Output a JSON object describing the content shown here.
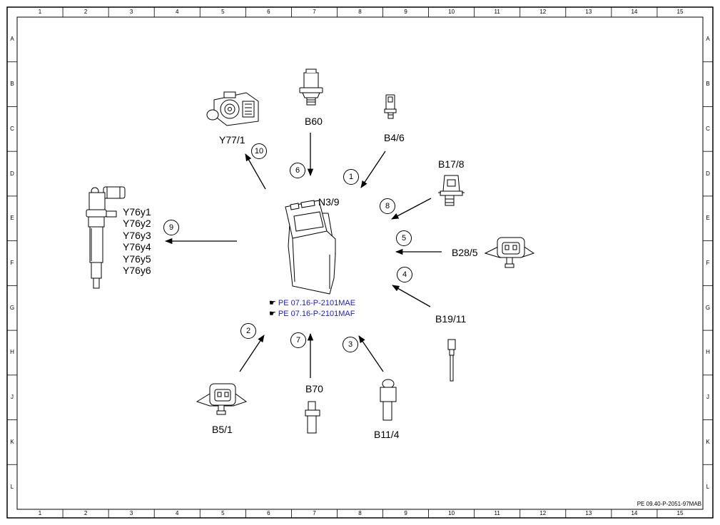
{
  "frame": {
    "columns": [
      "1",
      "2",
      "3",
      "4",
      "5",
      "6",
      "7",
      "8",
      "9",
      "10",
      "11",
      "12",
      "13",
      "14",
      "15"
    ],
    "rows": [
      "A",
      "B",
      "C",
      "D",
      "E",
      "F",
      "G",
      "H",
      "J",
      "K",
      "L"
    ]
  },
  "drawing_ref": "PE 09.40-P-2051-97MAB",
  "center": {
    "label": "N3/9",
    "links": [
      "PE 07.16-P-2101MAE",
      "PE 07.16-P-2101MAF"
    ]
  },
  "components": {
    "y77_1": "Y77/1",
    "b60": "B60",
    "b4_6": "B4/6",
    "b17_8": "B17/8",
    "b28_5": "B28/5",
    "b19_11": "B19/11",
    "b11_4": "B11/4",
    "b70": "B70",
    "b5_1": "B5/1",
    "injectors": [
      "Y76y1",
      "Y76y2",
      "Y76y3",
      "Y76y4",
      "Y76y5",
      "Y76y6"
    ]
  },
  "callouts": {
    "c1": "1",
    "c2": "2",
    "c3": "3",
    "c4": "4",
    "c5": "5",
    "c6": "6",
    "c7": "7",
    "c8": "8",
    "c9": "9",
    "c10": "10"
  }
}
